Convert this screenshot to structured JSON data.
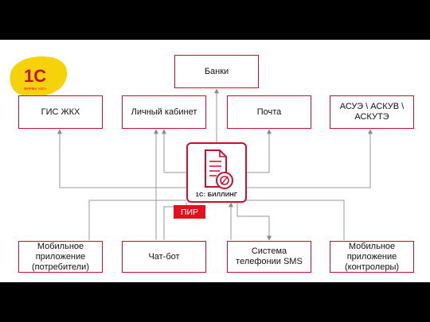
{
  "logo": {
    "icon": "1c-logo",
    "text": "1С",
    "subtitle": "ФИРМА «1С»"
  },
  "nodes": {
    "banks": "Банки",
    "gis": "ГИС ЖКХ",
    "cabinet": "Личный кабинет",
    "mail": "Почта",
    "asue": "АСУЭ \\ АСКУВ \\\nАСКУТЭ",
    "mobile_consumers": "Мобильное\nприложение\n(потребители)",
    "chatbot": "Чат-бот",
    "telephony": "Система\nтелефонии SMS",
    "mobile_controllers": "Мобильное\nприложение\n(контролеры)"
  },
  "hub": {
    "label": "1С: БИЛЛИНГ",
    "icon": "billing-document-icon"
  },
  "badge": {
    "label": "ПИР"
  },
  "colors": {
    "accent": "#c8102e",
    "badge": "#e3101e",
    "logo_yellow": "#f5d20a",
    "connector": "#9a9a9a"
  }
}
